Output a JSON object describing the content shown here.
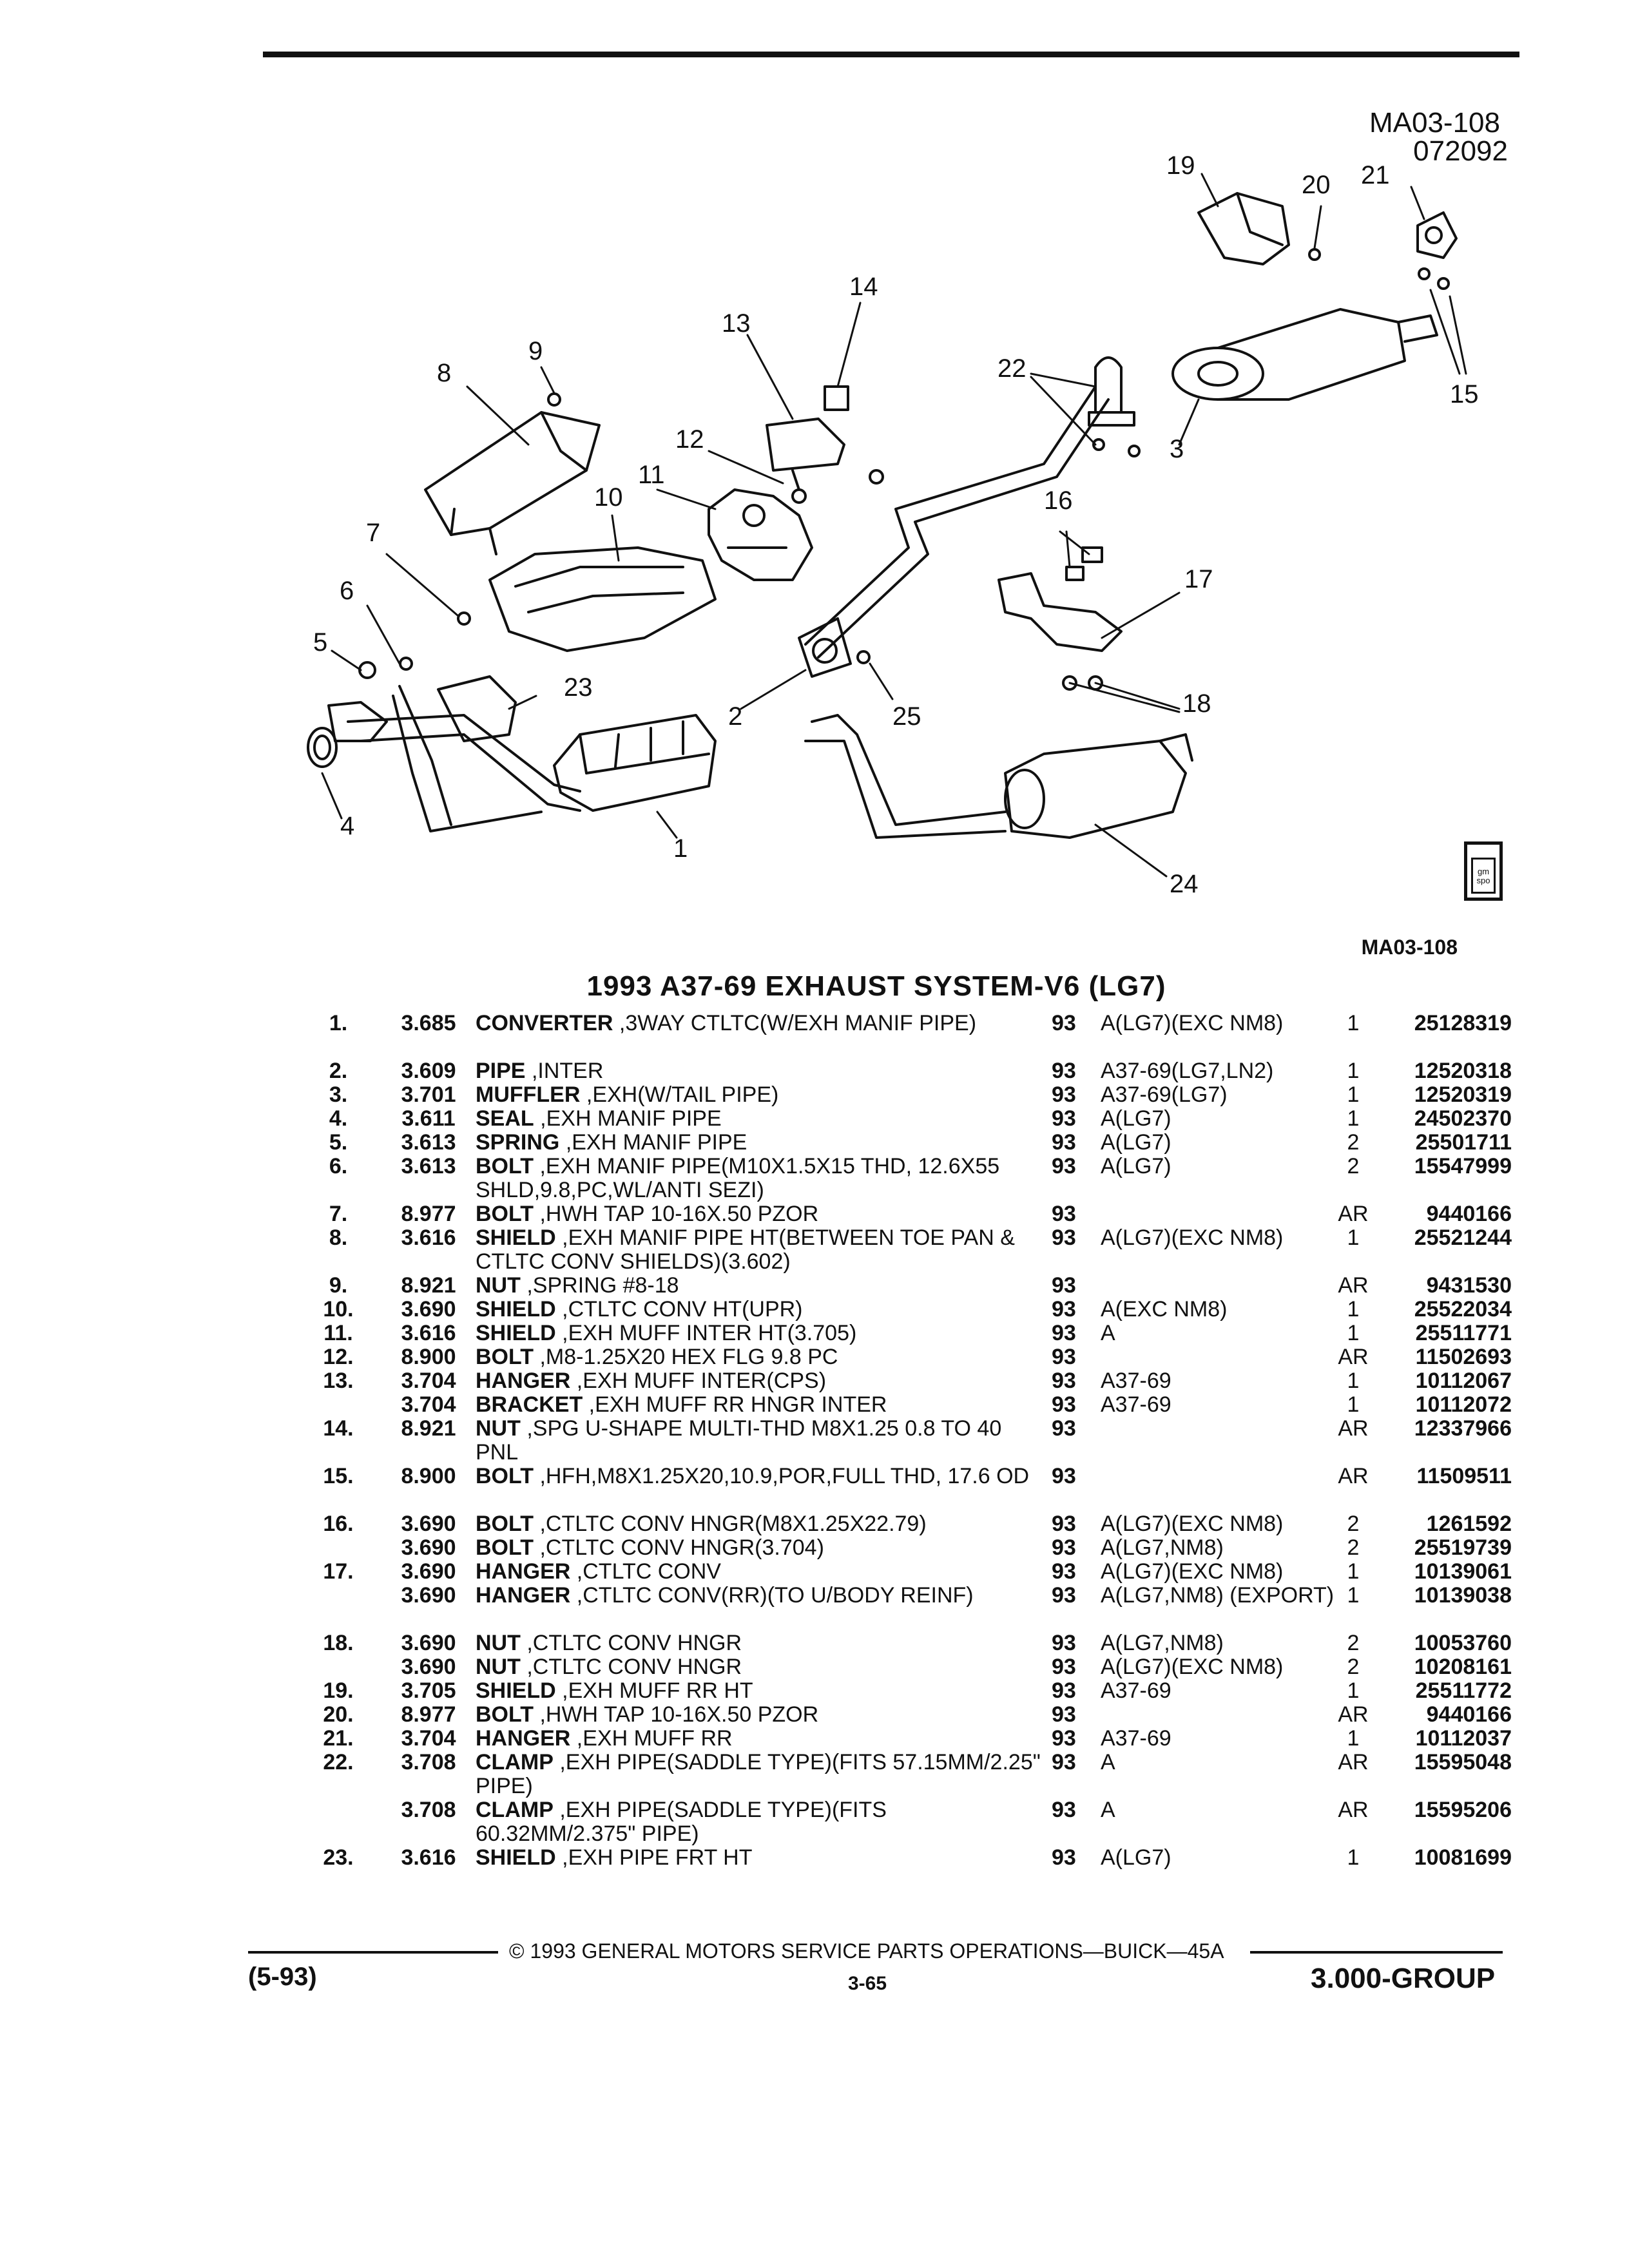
{
  "header": {
    "diagram_id": "MA03-108",
    "diagram_date": "072092"
  },
  "diagram": {
    "callouts": [
      "1",
      "2",
      "3",
      "4",
      "5",
      "6",
      "7",
      "8",
      "9",
      "10",
      "11",
      "12",
      "13",
      "14",
      "15",
      "16",
      "17",
      "18",
      "19",
      "20",
      "21",
      "22",
      "23",
      "24",
      "25"
    ],
    "badge_text": "gm spo",
    "figure_ref": "MA03-108"
  },
  "title": "1993 A37-69 EXHAUST SYSTEM-V6 (LG7)",
  "parts": [
    {
      "idx": "1.",
      "group": "3.685",
      "name": "CONVERTER",
      "desc": ",3WAY CTLTC(W/EXH MANIF PIPE)",
      "year": "93",
      "app": "A(LG7)(EXC NM8)",
      "qty": "1",
      "part": "25128319"
    },
    {
      "idx": "2.",
      "group": "3.609",
      "name": "PIPE",
      "desc": ",INTER",
      "year": "93",
      "app": "A37-69(LG7,LN2)",
      "qty": "1",
      "part": "12520318"
    },
    {
      "idx": "3.",
      "group": "3.701",
      "name": "MUFFLER",
      "desc": ",EXH(W/TAIL PIPE)",
      "year": "93",
      "app": "A37-69(LG7)",
      "qty": "1",
      "part": "12520319"
    },
    {
      "idx": "4.",
      "group": "3.611",
      "name": "SEAL",
      "desc": ",EXH MANIF PIPE",
      "year": "93",
      "app": "A(LG7)",
      "qty": "1",
      "part": "24502370"
    },
    {
      "idx": "5.",
      "group": "3.613",
      "name": "SPRING",
      "desc": ",EXH MANIF PIPE",
      "year": "93",
      "app": "A(LG7)",
      "qty": "2",
      "part": "25501711"
    },
    {
      "idx": "6.",
      "group": "3.613",
      "name": "BOLT",
      "desc": ",EXH MANIF PIPE(M10X1.5X15 THD, 12.6X55 SHLD,9.8,PC,WL/ANTI SEZI)",
      "year": "93",
      "app": "A(LG7)",
      "qty": "2",
      "part": "15547999"
    },
    {
      "idx": "7.",
      "group": "8.977",
      "name": "BOLT",
      "desc": ",HWH TAP 10-16X.50 PZOR",
      "year": "93",
      "app": "",
      "qty": "AR",
      "part": "9440166"
    },
    {
      "idx": "8.",
      "group": "3.616",
      "name": "SHIELD",
      "desc": ",EXH MANIF PIPE HT(BETWEEN TOE PAN & CTLTC CONV SHIELDS)(3.602)",
      "year": "93",
      "app": "A(LG7)(EXC NM8)",
      "qty": "1",
      "part": "25521244"
    },
    {
      "idx": "9.",
      "group": "8.921",
      "name": "NUT",
      "desc": ",SPRING #8-18",
      "year": "93",
      "app": "",
      "qty": "AR",
      "part": "9431530"
    },
    {
      "idx": "10.",
      "group": "3.690",
      "name": "SHIELD",
      "desc": ",CTLTC CONV HT(UPR)",
      "year": "93",
      "app": "A(EXC NM8)",
      "qty": "1",
      "part": "25522034"
    },
    {
      "idx": "11.",
      "group": "3.616",
      "name": "SHIELD",
      "desc": ",EXH MUFF INTER HT(3.705)",
      "year": "93",
      "app": "A",
      "qty": "1",
      "part": "25511771"
    },
    {
      "idx": "12.",
      "group": "8.900",
      "name": "BOLT",
      "desc": ",M8-1.25X20 HEX FLG 9.8 PC",
      "year": "93",
      "app": "",
      "qty": "AR",
      "part": "11502693"
    },
    {
      "idx": "13.",
      "group": "3.704",
      "name": "HANGER",
      "desc": ",EXH MUFF INTER(CPS)",
      "year": "93",
      "app": "A37-69",
      "qty": "1",
      "part": "10112067"
    },
    {
      "idx": "",
      "group": "3.704",
      "name": "BRACKET",
      "desc": ",EXH MUFF RR HNGR INTER",
      "year": "93",
      "app": "A37-69",
      "qty": "1",
      "part": "10112072"
    },
    {
      "idx": "14.",
      "group": "8.921",
      "name": "NUT",
      "desc": ",SPG U-SHAPE MULTI-THD M8X1.25 0.8 TO 40 PNL",
      "year": "93",
      "app": "",
      "qty": "AR",
      "part": "12337966"
    },
    {
      "idx": "15.",
      "group": "8.900",
      "name": "BOLT",
      "desc": ",HFH,M8X1.25X20,10.9,POR,FULL THD, 17.6 OD",
      "year": "93",
      "app": "",
      "qty": "AR",
      "part": "11509511"
    },
    {
      "idx": "16.",
      "group": "3.690",
      "name": "BOLT",
      "desc": ",CTLTC CONV HNGR(M8X1.25X22.79)",
      "year": "93",
      "app": "A(LG7)(EXC NM8)",
      "qty": "2",
      "part": "1261592"
    },
    {
      "idx": "",
      "group": "3.690",
      "name": "BOLT",
      "desc": ",CTLTC CONV HNGR(3.704)",
      "year": "93",
      "app": "A(LG7,NM8)",
      "qty": "2",
      "part": "25519739"
    },
    {
      "idx": "17.",
      "group": "3.690",
      "name": "HANGER",
      "desc": ",CTLTC CONV",
      "year": "93",
      "app": "A(LG7)(EXC NM8)",
      "qty": "1",
      "part": "10139061"
    },
    {
      "idx": "",
      "group": "3.690",
      "name": "HANGER",
      "desc": ",CTLTC CONV(RR)(TO U/BODY REINF)",
      "year": "93",
      "app": "A(LG7,NM8) (EXPORT)",
      "qty": "1",
      "part": "10139038"
    },
    {
      "idx": "18.",
      "group": "3.690",
      "name": "NUT",
      "desc": ",CTLTC CONV HNGR",
      "year": "93",
      "app": "A(LG7,NM8)",
      "qty": "2",
      "part": "10053760"
    },
    {
      "idx": "",
      "group": "3.690",
      "name": "NUT",
      "desc": ",CTLTC CONV HNGR",
      "year": "93",
      "app": "A(LG7)(EXC NM8)",
      "qty": "2",
      "part": "10208161"
    },
    {
      "idx": "19.",
      "group": "3.705",
      "name": "SHIELD",
      "desc": ",EXH MUFF RR HT",
      "year": "93",
      "app": "A37-69",
      "qty": "1",
      "part": "25511772"
    },
    {
      "idx": "20.",
      "group": "8.977",
      "name": "BOLT",
      "desc": ",HWH TAP 10-16X.50 PZOR",
      "year": "93",
      "app": "",
      "qty": "AR",
      "part": "9440166"
    },
    {
      "idx": "21.",
      "group": "3.704",
      "name": "HANGER",
      "desc": ",EXH MUFF RR",
      "year": "93",
      "app": "A37-69",
      "qty": "1",
      "part": "10112037"
    },
    {
      "idx": "22.",
      "group": "3.708",
      "name": "CLAMP",
      "desc": ",EXH PIPE(SADDLE TYPE)(FITS 57.15MM/2.25\" PIPE)",
      "year": "93",
      "app": "A",
      "qty": "AR",
      "part": "15595048"
    },
    {
      "idx": "",
      "group": "3.708",
      "name": "CLAMP",
      "desc": ",EXH PIPE(SADDLE TYPE)(FITS 60.32MM/2.375\" PIPE)",
      "year": "93",
      "app": "A",
      "qty": "AR",
      "part": "15595206"
    },
    {
      "idx": "23.",
      "group": "3.616",
      "name": "SHIELD",
      "desc": ",EXH PIPE FRT HT",
      "year": "93",
      "app": "A(LG7)",
      "qty": "1",
      "part": "10081699"
    }
  ],
  "footer": {
    "copyright": "© 1993 GENERAL MOTORS SERVICE PARTS OPERATIONS—BUICK—45A",
    "revision": "(5-93)",
    "page": "3-65",
    "group": "3.000-GROUP"
  }
}
